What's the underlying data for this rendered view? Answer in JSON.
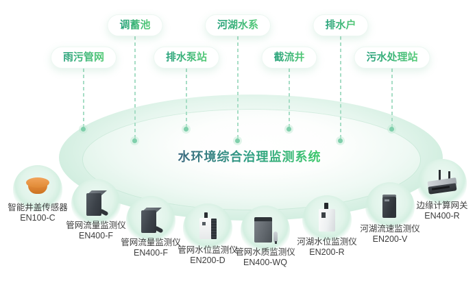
{
  "center": {
    "title": "水环境综合治理监测系统"
  },
  "pills": [
    {
      "label": "雨污管网"
    },
    {
      "label": "调蓄池"
    },
    {
      "label": "排水泵站"
    },
    {
      "label": "河湖水系"
    },
    {
      "label": "截流井"
    },
    {
      "label": "排水户"
    },
    {
      "label": "污水处理站"
    }
  ],
  "devices": [
    {
      "name": "智能井盖传感器",
      "model": "EN100-C",
      "icon": "manhole-cover-sensor-icon"
    },
    {
      "name": "管网流量监测仪",
      "model": "EN400-F",
      "icon": "pipe-flow-monitor-icon"
    },
    {
      "name": "管网流量监测仪",
      "model": "EN400-F",
      "icon": "pipe-flow-monitor-icon"
    },
    {
      "name": "管网水位监测仪",
      "model": "EN200-D",
      "icon": "pipe-water-level-monitor-icon"
    },
    {
      "name": "管网水质监测仪",
      "model": "EN400-WQ",
      "icon": "pipe-water-quality-monitor-icon"
    },
    {
      "name": "河湖水位监测仪",
      "model": "EN200-R",
      "icon": "river-water-level-monitor-icon"
    },
    {
      "name": "河湖流速监测仪",
      "model": "EN200-V",
      "icon": "river-flow-velocity-monitor-icon"
    },
    {
      "name": "边缘计算网关",
      "model": "EN400-R",
      "icon": "edge-computing-gateway-icon"
    }
  ],
  "colors": {
    "accent_green": "#3fca6c",
    "accent_teal": "#2f9d84",
    "pill_text_gradient": [
      "#27a17b",
      "#55ca77"
    ],
    "title_gradient": [
      "#3c6a80",
      "#2f9d84",
      "#3fca6c"
    ],
    "pond_mint": "#d2eee0",
    "connector": "#a6ddc5",
    "device_label": "#3c3c3c",
    "sensor_orange": "#e89040"
  }
}
